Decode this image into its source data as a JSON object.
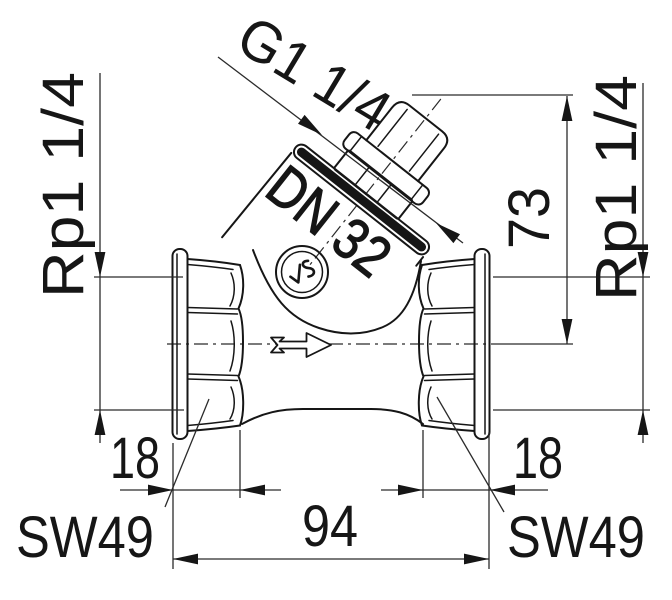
{
  "labels": {
    "top_thread": "G1 1/4",
    "left_port_thread": "Rp1 1/4",
    "right_port_thread": "Rp1 1/4",
    "center_height": "73",
    "nominal_size": "DN 32",
    "left_hex_length": "18",
    "right_hex_length": "18",
    "face_to_face": "94",
    "left_wrench": "SW49",
    "right_wrench": "SW49"
  },
  "icons": {
    "flow_direction": "flow-arrow-right",
    "manufacturer_logo": "JS-monogram"
  },
  "colors": {
    "line": "#161616",
    "dimension_line": "#2b2b2b",
    "background": "#ffffff"
  }
}
